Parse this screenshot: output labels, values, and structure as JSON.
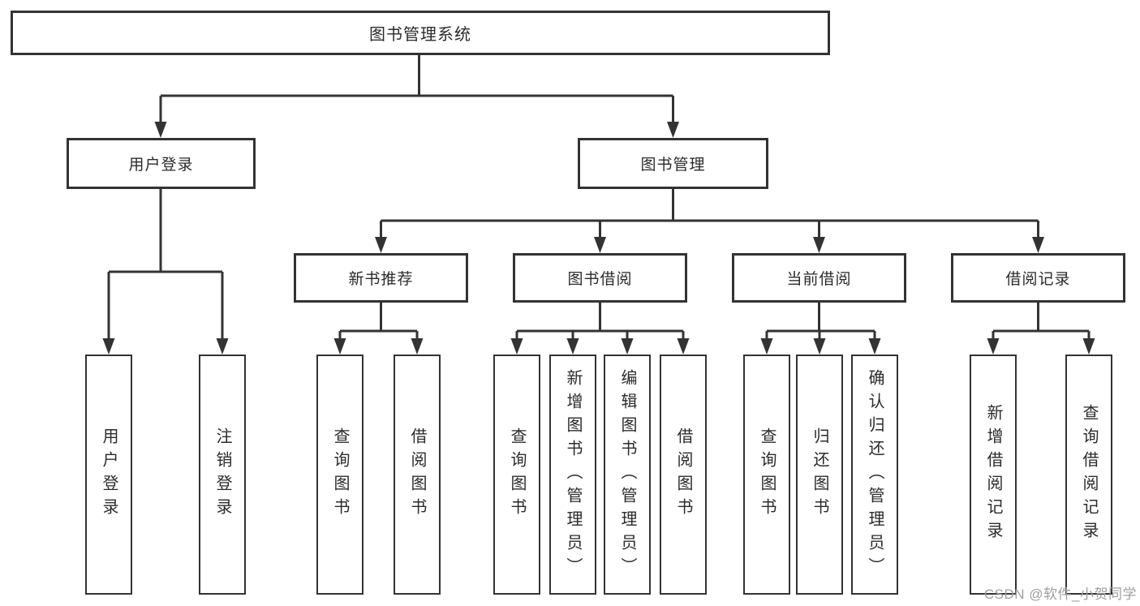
{
  "tree": {
    "label": "图书管理系统",
    "children": [
      {
        "label": "用户登录",
        "children": [
          {
            "label": "用户登录"
          },
          {
            "label": "注销登录"
          }
        ]
      },
      {
        "label": "图书管理",
        "children": [
          {
            "label": "新书推荐",
            "children": [
              {
                "label": "查询图书"
              },
              {
                "label": "借阅图书"
              }
            ]
          },
          {
            "label": "图书借阅",
            "children": [
              {
                "label": "查询图书"
              },
              {
                "label": "新增图书（管理员）"
              },
              {
                "label": "编辑图书（管理员）"
              },
              {
                "label": "借阅图书"
              }
            ]
          },
          {
            "label": "当前借阅",
            "children": [
              {
                "label": "查询图书"
              },
              {
                "label": "归还图书"
              },
              {
                "label": "确认归还（管理员）"
              }
            ]
          },
          {
            "label": "借阅记录",
            "children": [
              {
                "label": "新增借阅记录"
              },
              {
                "label": "查询借阅记录"
              }
            ]
          }
        ]
      }
    ]
  },
  "watermark": {
    "text": "CSDN @软件_小贺同学",
    "color": "#9e9e9e"
  },
  "colors": {
    "line": "#333333",
    "box_border": "#333333",
    "box_background": "#ffffff",
    "text": "#2b2b2b",
    "page_background": "#ffffff"
  }
}
